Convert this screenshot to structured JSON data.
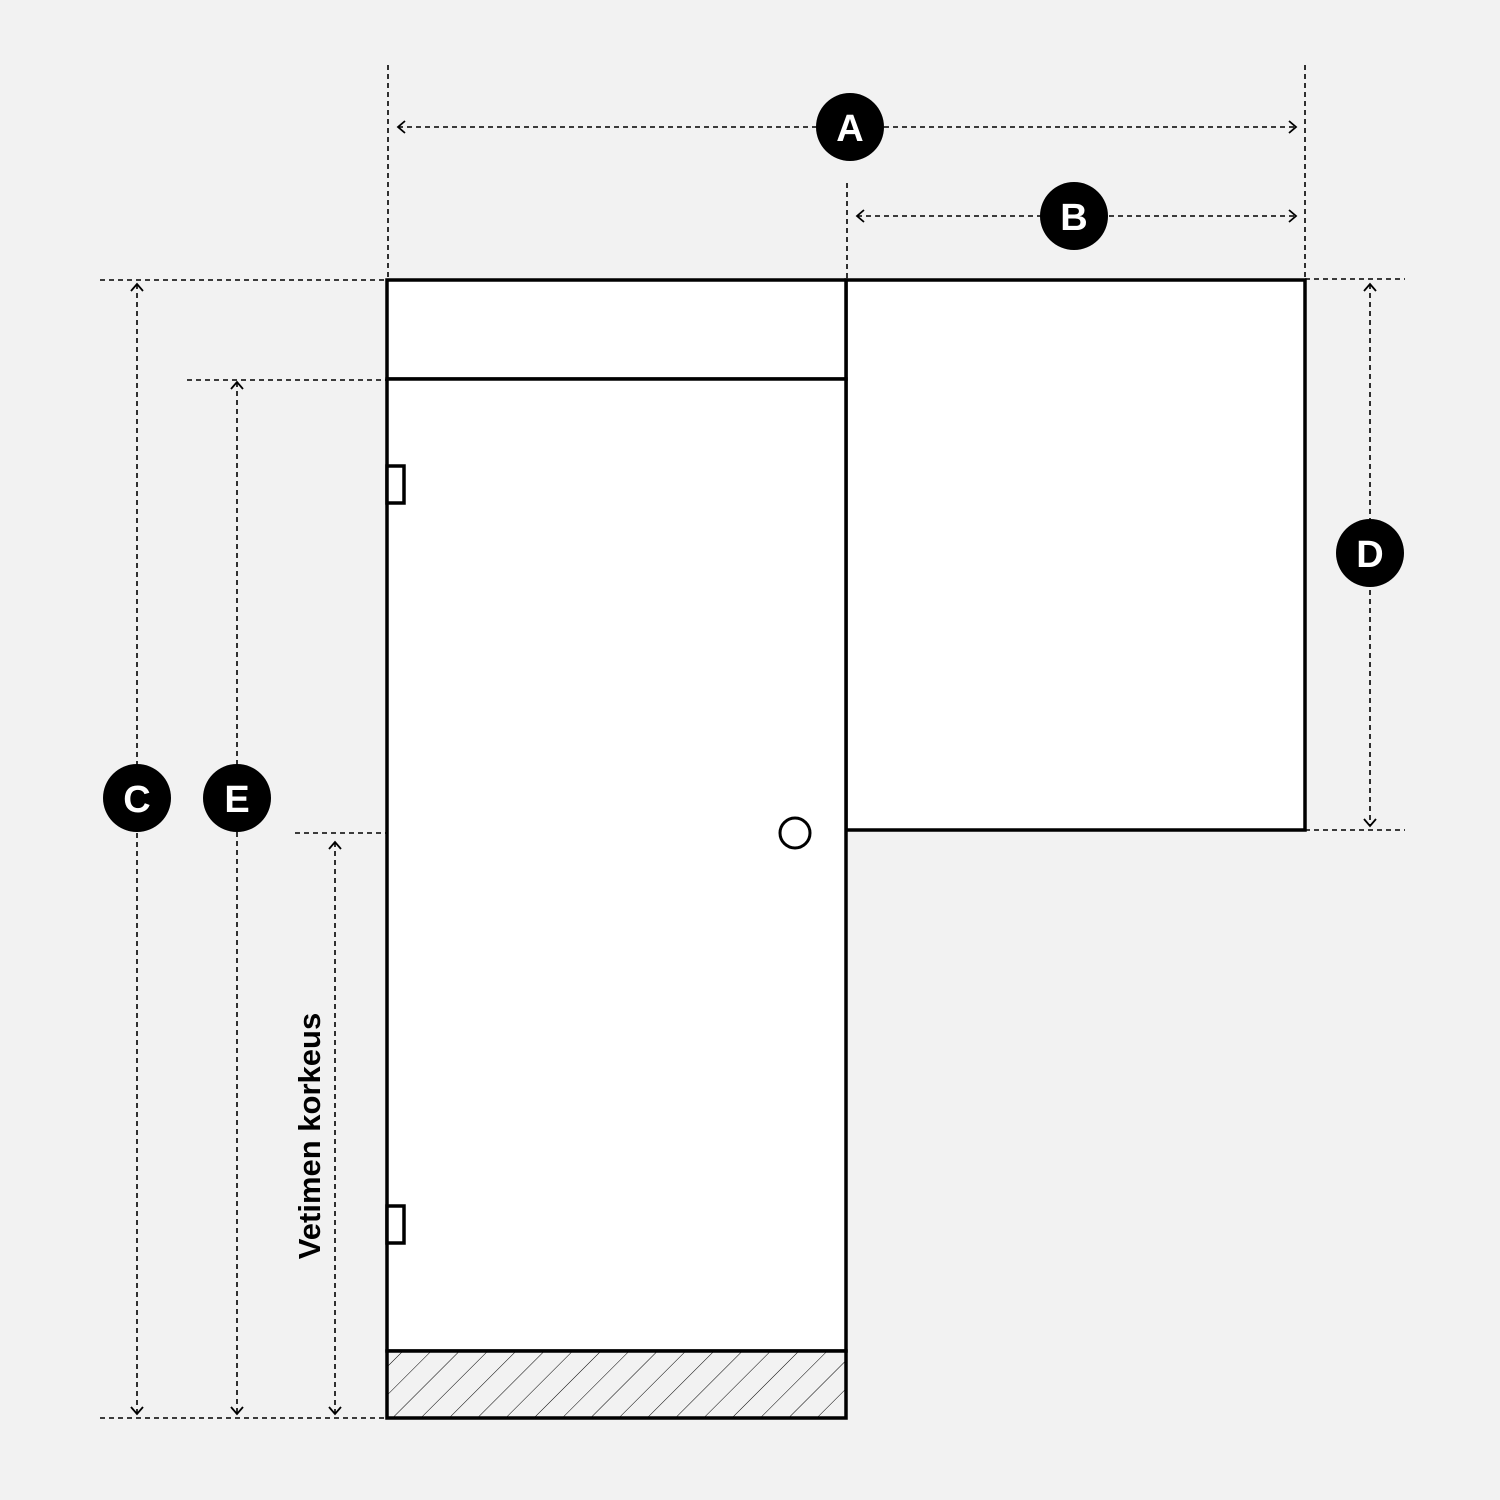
{
  "diagram": {
    "labels": {
      "a": "A",
      "b": "B",
      "c": "C",
      "d": "D",
      "e": "E"
    },
    "handle_height_label": "Vetimen korkeus",
    "colors": {
      "background": "#f2f2f2",
      "line": "#000000",
      "panel": "#ffffff"
    }
  }
}
